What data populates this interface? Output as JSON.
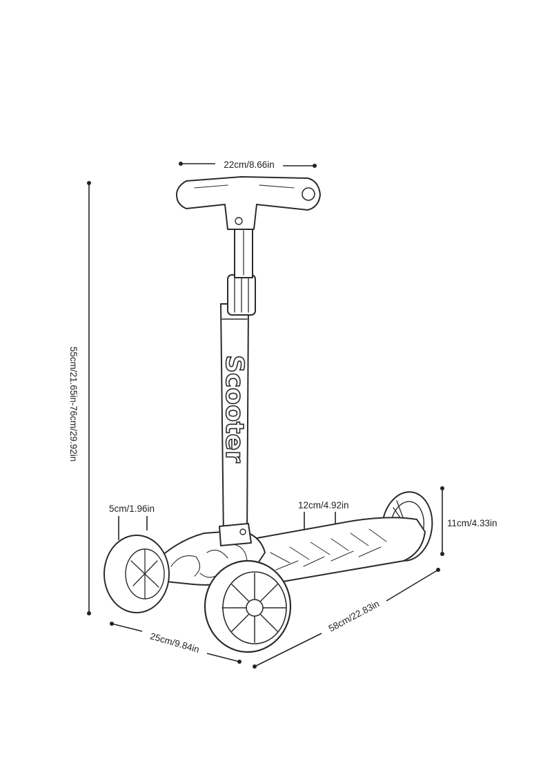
{
  "dimensions": {
    "handlebar_width": "22cm/8.66in",
    "height_range": "55cm/21.65in-76cm/29.92in",
    "front_wheel_width": "5cm/1.96in",
    "deck_width": "12cm/4.92in",
    "rear_height": "11cm/4.33in",
    "front_base_width": "25cm/9.84in",
    "overall_length": "58cm/22.83in"
  },
  "product": {
    "stem_text": "Scooter"
  },
  "colors": {
    "line": "#222222",
    "background": "#ffffff"
  }
}
